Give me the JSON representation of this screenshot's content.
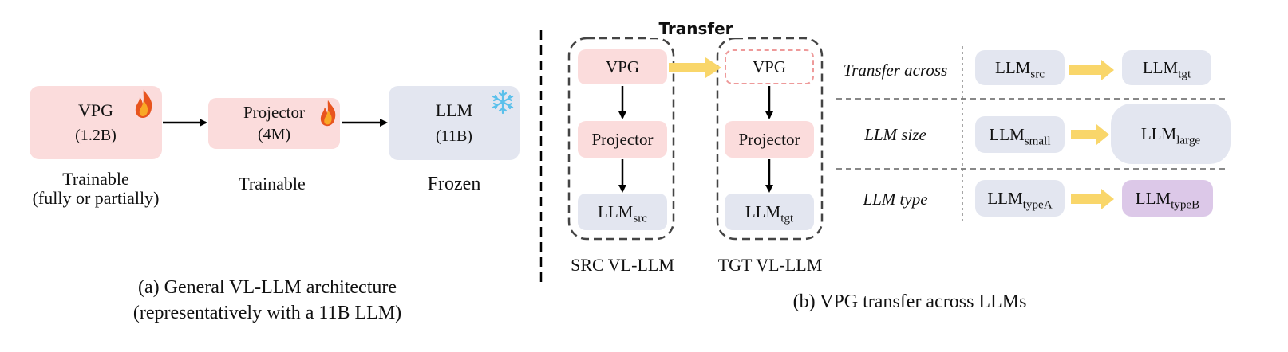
{
  "panel_a": {
    "vpg": {
      "title": "VPG",
      "size": "(1.2B)",
      "status_line1": "Trainable",
      "status_line2": "(fully or partially)"
    },
    "projector": {
      "title": "Projector",
      "size": "(4M)",
      "status": "Trainable"
    },
    "llm": {
      "title": "LLM",
      "size": "(11B)",
      "status": "Frozen"
    },
    "caption_line1": "(a) General VL-LLM architecture",
    "caption_line2": "(representatively with a 11B LLM)",
    "icons": {
      "trainable": "fire-icon",
      "frozen": "snowflake-icon"
    }
  },
  "panel_b": {
    "transfer_label": "Transfer",
    "src": {
      "vpg": "VPG",
      "projector": "Projector",
      "llm_base": "LLM",
      "llm_sub": "src",
      "caption": "SRC VL-LLM"
    },
    "tgt": {
      "vpg": "VPG",
      "projector": "Projector",
      "llm_base": "LLM",
      "llm_sub": "tgt",
      "caption": "TGT VL-LLM"
    },
    "rows": [
      {
        "label": "Transfer across",
        "from_base": "LLM",
        "from_sub": "src",
        "to_base": "LLM",
        "to_sub": "tgt"
      },
      {
        "label": "LLM size",
        "from_base": "LLM",
        "from_sub": "small",
        "to_base": "LLM",
        "to_sub": "large"
      },
      {
        "label": "LLM type",
        "from_base": "LLM",
        "from_sub": "typeA",
        "to_base": "LLM",
        "to_sub": "typeB"
      }
    ],
    "caption": "(b) VPG transfer across LLMs"
  },
  "colors": {
    "trainable_fill": "#fbdcdc",
    "frozen_fill": "#e3e6f0",
    "typeB_fill": "#dcc8e8",
    "transfer_arrow": "#f9d66a",
    "dashed_border": "#444444"
  }
}
